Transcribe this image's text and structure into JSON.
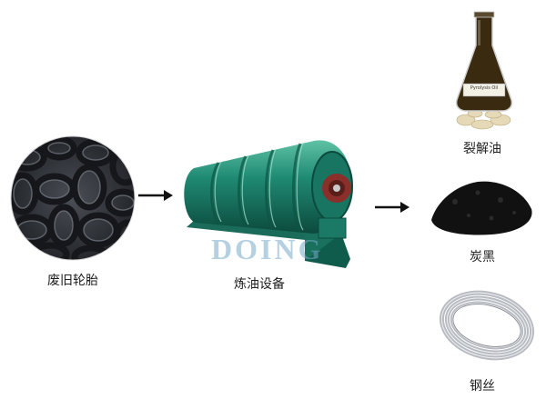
{
  "steps": {
    "input": {
      "label": "废旧轮胎",
      "icon": "tire-pile-icon"
    },
    "machine": {
      "label": "炼油设备",
      "icon": "pyrolysis-reactor-icon",
      "watermark": "DOING"
    },
    "outputs": [
      {
        "label": "裂解油",
        "icon": "oil-flask-icon",
        "flask_text": "Pyrolysis Oil"
      },
      {
        "label": "炭黑",
        "icon": "carbon-black-icon"
      },
      {
        "label": "钢丝",
        "icon": "steel-wire-icon"
      }
    ]
  },
  "colors": {
    "machine": "#1f8a73",
    "machine_dark": "#0f5c4c",
    "tire": "#2b2e33",
    "arrow": "#111111",
    "oil": "#3a2a10",
    "carbon": "#111111",
    "wire": "#b8bcc2"
  }
}
